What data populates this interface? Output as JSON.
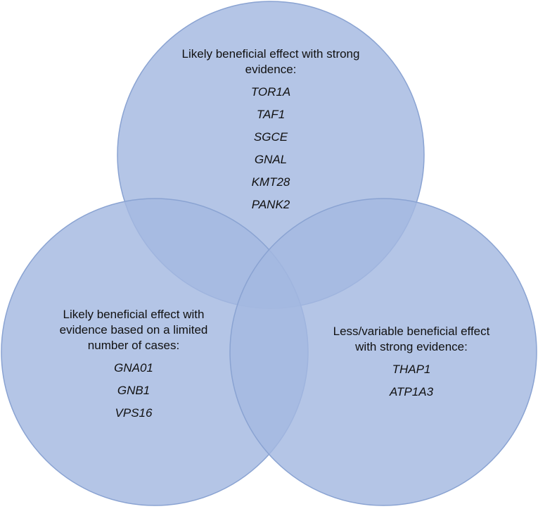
{
  "colors": {
    "circle_fill": "#a3b8e0",
    "circle_stroke": "#8aa3d2",
    "text": "#111111"
  },
  "sets": {
    "top": {
      "heading_line1": "Likely beneficial effect with strong",
      "heading_line2": "evidence:",
      "genes": [
        "TOR1A",
        "TAF1",
        "SGCE",
        "GNAL",
        "KMT28",
        "PANK2"
      ]
    },
    "left": {
      "heading_line1": "Likely beneficial effect with",
      "heading_line2": "evidence based on a limited",
      "heading_line3": "number of cases:",
      "genes": [
        "GNA01",
        "GNB1",
        "VPS16"
      ]
    },
    "right": {
      "heading_line1": "Less/variable beneficial effect",
      "heading_line2": "with strong evidence:",
      "genes": [
        "THAP1",
        "ATP1A3"
      ]
    }
  }
}
